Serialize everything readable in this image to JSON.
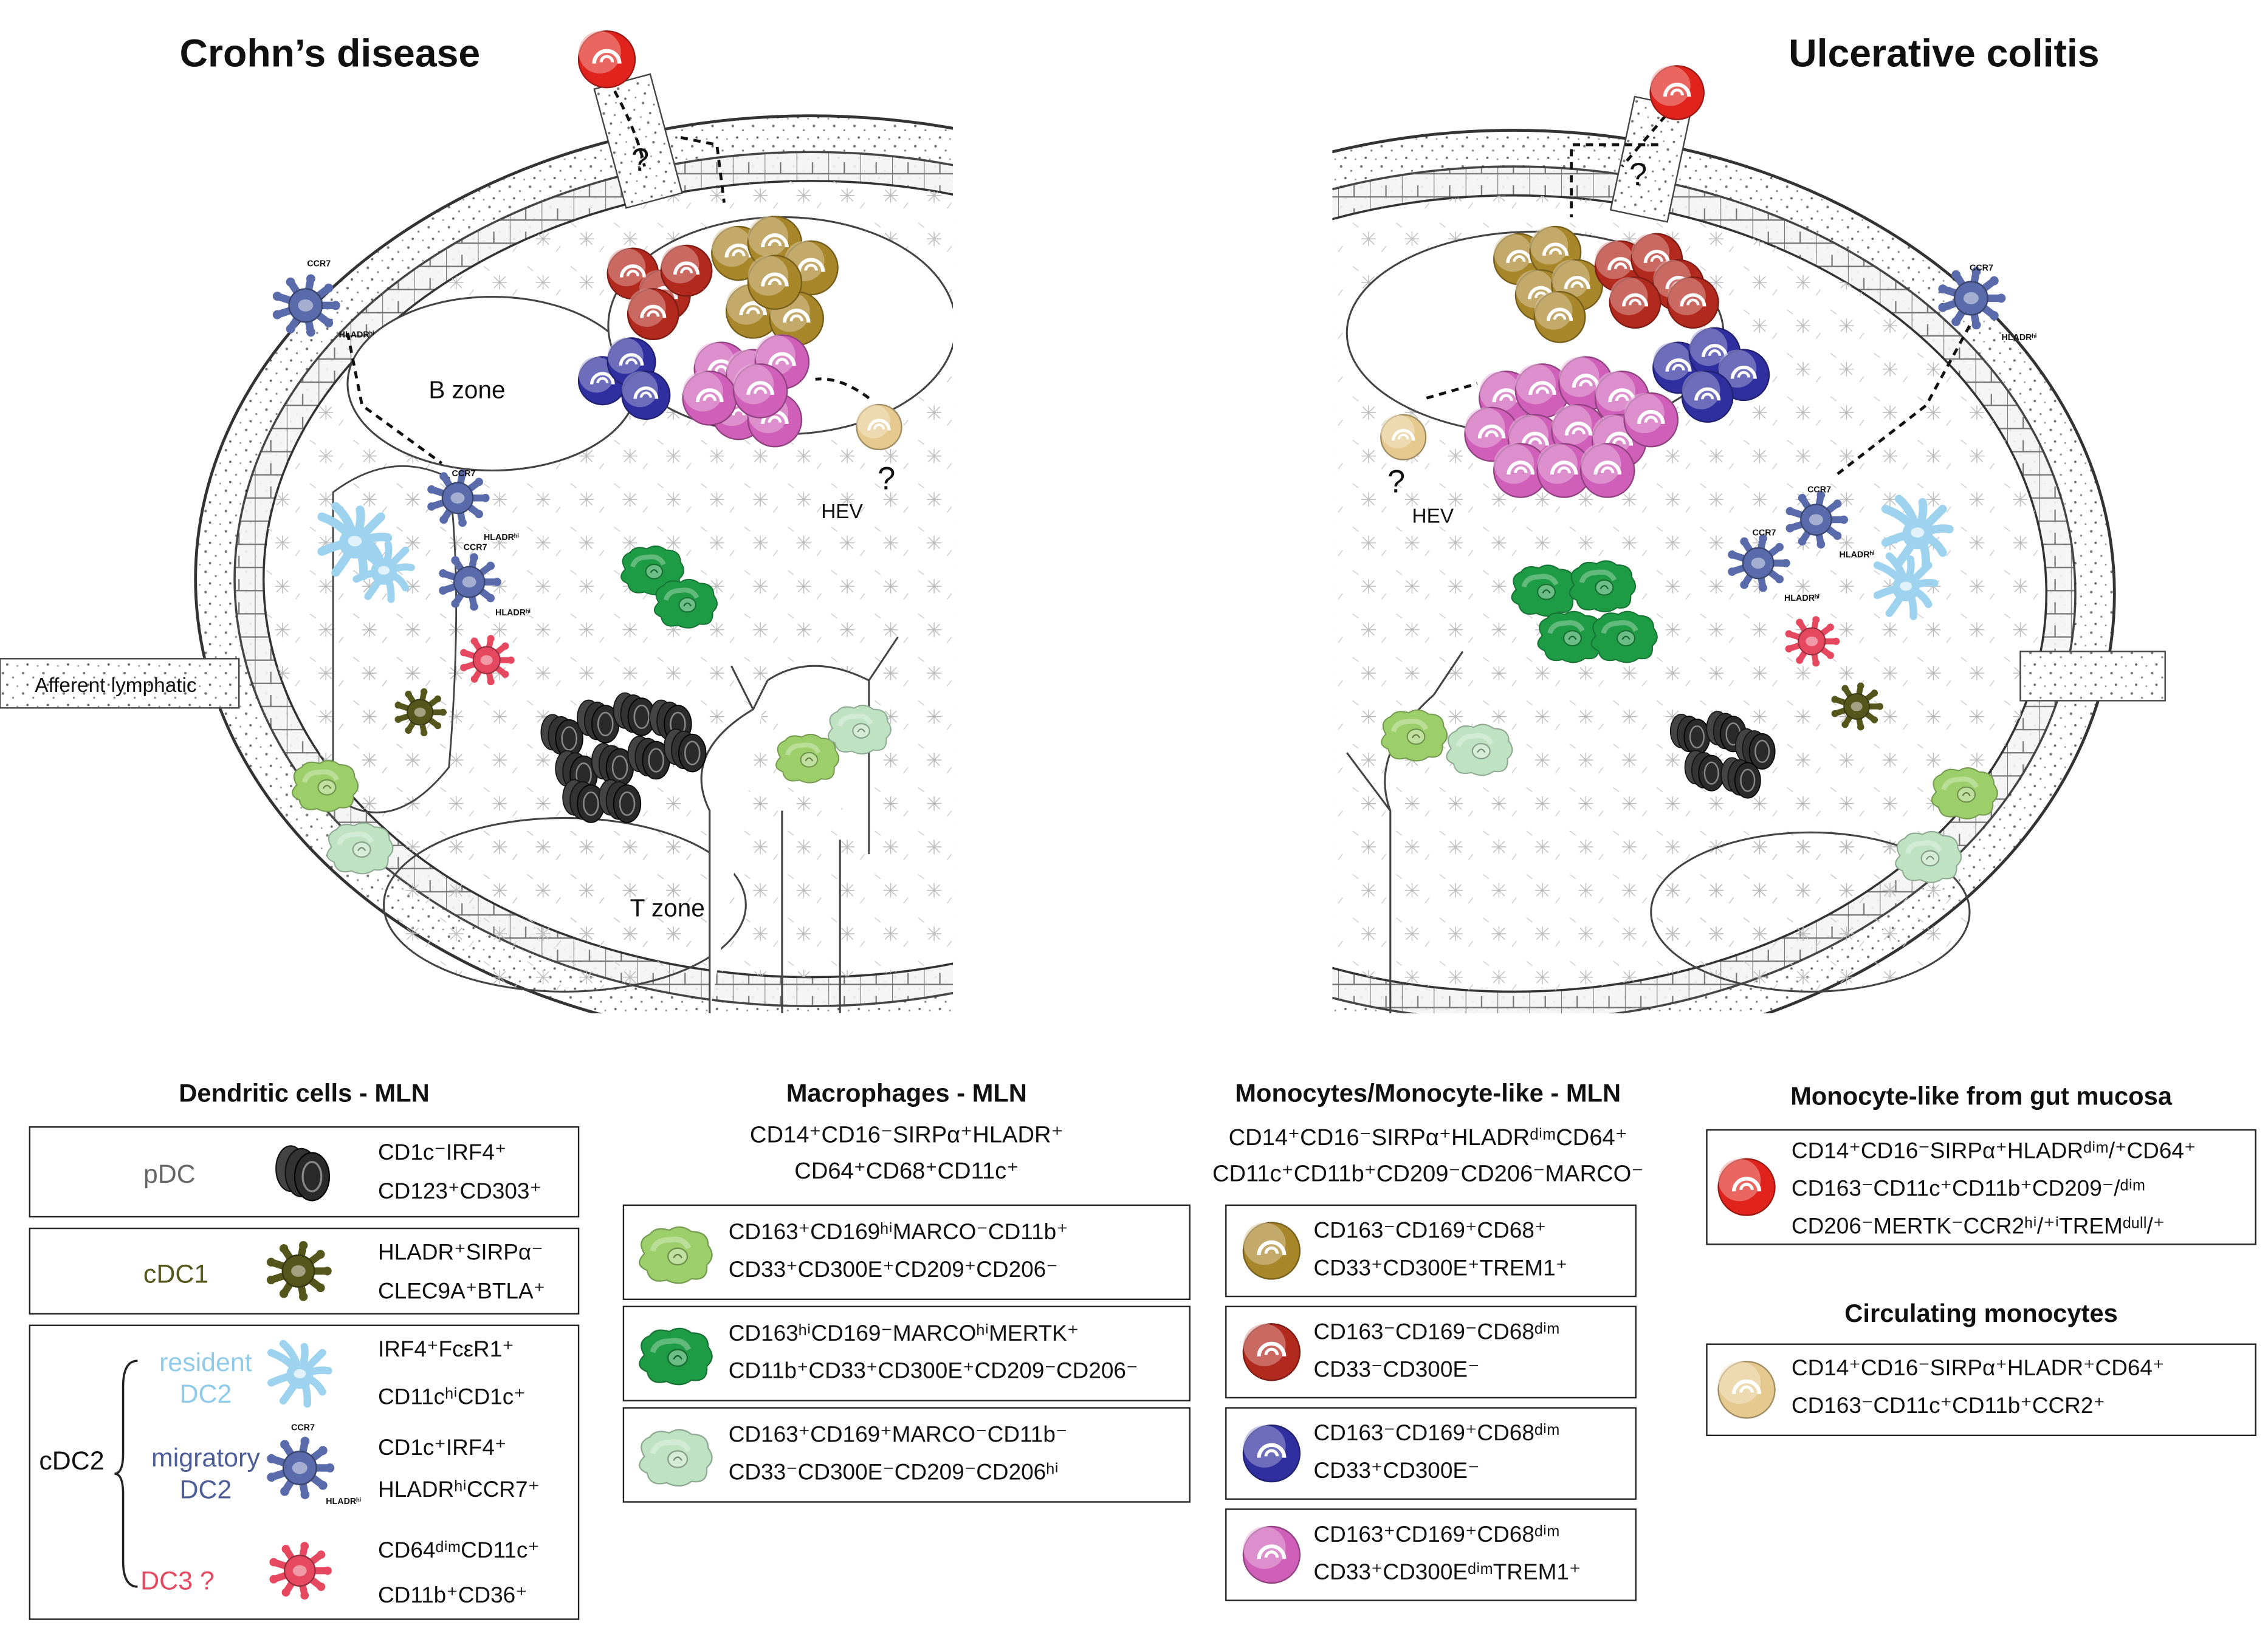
{
  "titles": {
    "left": "Crohn’s disease",
    "right": "Ulcerative colitis"
  },
  "diagram_labels": {
    "b_zone": "B zone",
    "t_zone": "T zone",
    "hev_left": "HEV",
    "hev_right": "HEV",
    "afferent": "Afferent lymphatic",
    "question": "?",
    "ccr7": "CCR7",
    "hladr_hi": "HLADRʰⁱ"
  },
  "dc_section": {
    "title": "Dendritic cells - MLN",
    "pdc": {
      "label": "pDC",
      "line1": "CD1c⁻IRF4⁺",
      "line2": "CD123⁺CD303⁺"
    },
    "cdc1": {
      "label": "cDC1",
      "line1": "HLADR⁺SIRPα⁻",
      "line2": "CLEC9A⁺BTLA⁺"
    },
    "cdc2": {
      "group_label": "cDC2",
      "resident": {
        "label1": "resident",
        "label2": "DC2",
        "line1": "IRF4⁺FcεR1⁺",
        "line2": "CD11cʰⁱCD1c⁺"
      },
      "migratory": {
        "label1": "migratory",
        "label2": "DC2",
        "line1": "CD1c⁺IRF4⁺",
        "line2": "HLADRʰⁱCCR7⁺"
      },
      "dc3": {
        "label": "DC3 ?",
        "line1": "CD64ᵈⁱᵐCD11c⁺",
        "line2": "CD11b⁺CD36⁺"
      }
    }
  },
  "mac_section": {
    "title": "Macrophages - MLN",
    "sub1": "CD14⁺CD16⁻SIRPα⁺HLADR⁺",
    "sub2": "CD64⁺CD68⁺CD11c⁺",
    "rows": [
      {
        "line1": "CD163⁺CD169ʰⁱMARCO⁻CD11b⁺",
        "line2": "CD33⁺CD300E⁺CD209⁺CD206⁻",
        "color": "#9ccf6a"
      },
      {
        "line1": "CD163ʰⁱCD169⁻MARCOʰⁱMERTK⁺",
        "line2": "CD11b⁺CD33⁺CD300E⁺CD209⁻CD206⁻",
        "color": "#1e9b45"
      },
      {
        "line1": "CD163⁺CD169⁺MARCO⁻CD11b⁻",
        "line2": "CD33⁻CD300E⁻CD209⁻CD206ʰⁱ",
        "color": "#bfe2c2"
      }
    ]
  },
  "mono_section": {
    "title": "Monocytes/Monocyte-like - MLN",
    "sub1": "CD14⁺CD16⁻SIRPα⁺HLADRᵈⁱᵐCD64⁺",
    "sub2": "CD11c⁺CD11b⁺CD209⁻CD206⁻MARCO⁻",
    "rows": [
      {
        "line1": "CD163⁻CD169⁺CD68⁺",
        "line2": "CD33⁺CD300E⁺TREM1⁺",
        "color": "#a8862a"
      },
      {
        "line1": "CD163⁻CD169⁻CD68ᵈⁱᵐ",
        "line2": "CD33⁻CD300E⁻",
        "color": "#b2291e"
      },
      {
        "line1": "CD163⁻CD169⁺CD68ᵈⁱᵐ",
        "line2": "CD33⁺CD300E⁻",
        "color": "#2f2fa0"
      },
      {
        "line1": "CD163⁺CD169⁺CD68ᵈⁱᵐ",
        "line2": "CD33⁺CD300EᵈⁱᵐTREM1⁺",
        "color": "#cf5fb8"
      }
    ]
  },
  "gut_section": {
    "title": "Monocyte-like from gut mucosa",
    "line1": "CD14⁺CD16⁻SIRPα⁺HLADRᵈⁱᵐ/⁺CD64⁺",
    "line2": "CD163⁻CD11c⁺CD11b⁺CD209⁻/ᵈⁱᵐ",
    "line3": "CD206⁻MERTK⁻CCR2ʰⁱ/⁺ⁱTREMᵈᵘˡˡ/⁺",
    "color": "#e0241d"
  },
  "circ_section": {
    "title": "Circulating monocytes",
    "line1": "CD14⁺CD16⁻SIRPα⁺HLADR⁺CD64⁺",
    "line2": "CD163⁻CD11c⁺CD11b⁺CCR2⁺",
    "color": "#e6c98e"
  },
  "colors": {
    "pdc": "#333333",
    "cdc1": "#55561c",
    "resident": "#9dd3ef",
    "migratory": "#5a6bab",
    "dc3": "#e5485f",
    "resident_text": "#8fcbe8",
    "migratory_text": "#4d5e98",
    "dc3_text": "#e5485f",
    "cdc1_text": "#55561c"
  }
}
